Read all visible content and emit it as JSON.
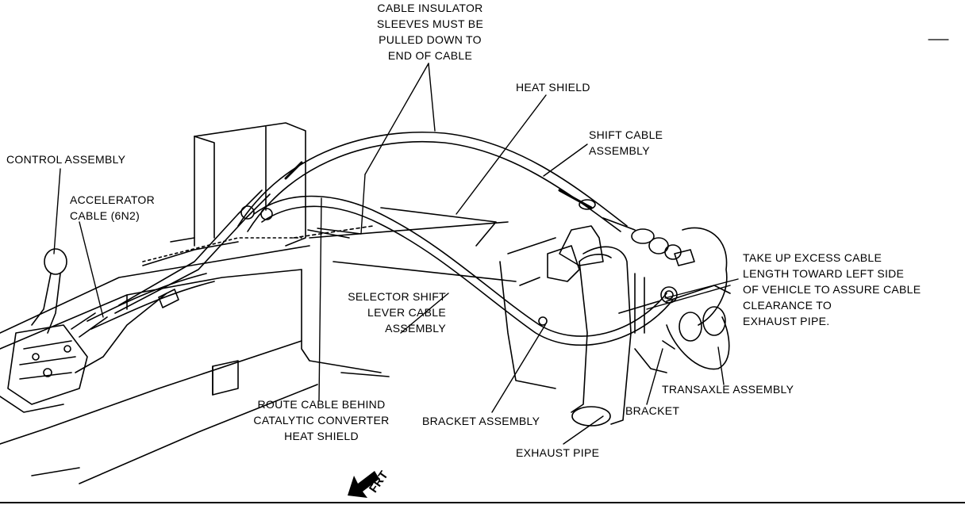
{
  "labels": {
    "cable_insulator": [
      "CABLE INSULATOR",
      "SLEEVES MUST BE",
      "PULLED DOWN TO",
      "END OF CABLE"
    ],
    "heat_shield": "HEAT SHIELD",
    "shift_cable": [
      "SHIFT CABLE",
      "ASSEMBLY"
    ],
    "control_assembly": "CONTROL ASSEMBLY",
    "accelerator_cable": [
      "ACCELERATOR",
      "CABLE (6N2)"
    ],
    "take_up": [
      "TAKE UP EXCESS CABLE",
      "LENGTH TOWARD LEFT SIDE",
      "OF VEHICLE TO ASSURE CABLE",
      "CLEARANCE TO",
      "EXHAUST PIPE."
    ],
    "selector_shift": [
      "SELECTOR SHIFT",
      "LEVER CABLE",
      "ASSEMBLY"
    ],
    "transaxle": "TRANSAXLE ASSEMBLY",
    "bracket": "BRACKET",
    "route_cable": [
      "ROUTE CABLE BEHIND",
      "CATALYTIC CONVERTER",
      "HEAT SHIELD"
    ],
    "bracket_assembly": "BRACKET ASSEMBLY",
    "exhaust_pipe": "EXHAUST PIPE",
    "frt": "FRT"
  }
}
